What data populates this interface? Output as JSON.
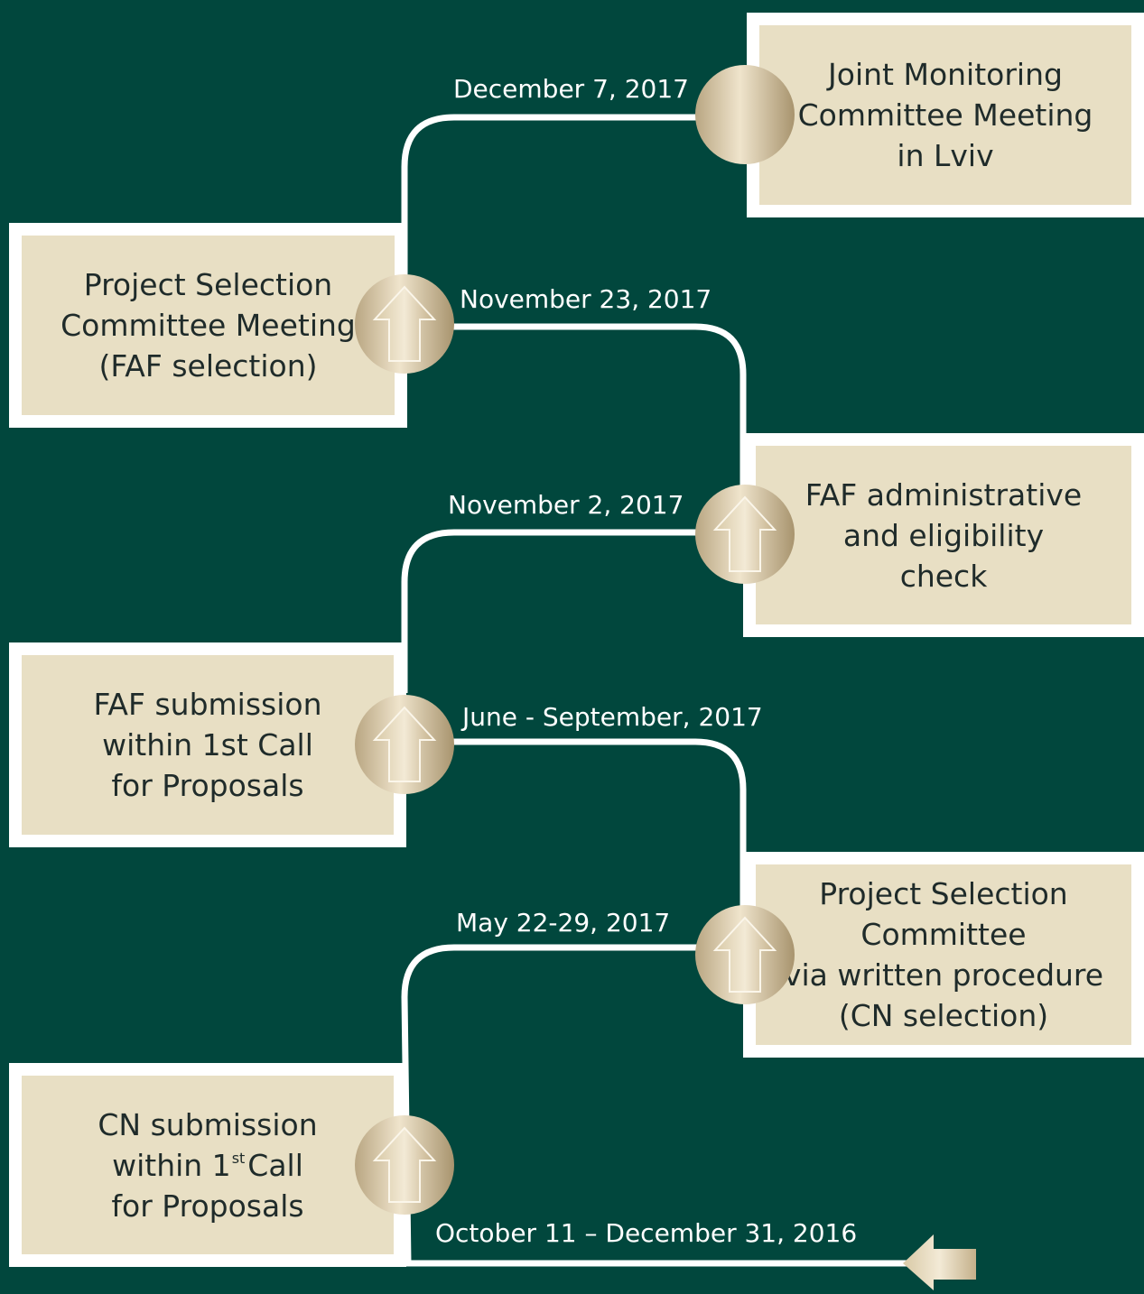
{
  "colors": {
    "background": "#01473d",
    "card_fill": "#e8dfc4",
    "card_border": "#ffffff",
    "connector": "#ffffff",
    "node_gold": "#c9b48e"
  },
  "milestones": [
    {
      "id": "cn-submission",
      "lines": [
        "CN submission",
        "within 1",
        "for Proposals"
      ],
      "superscript": "st",
      "superscript_suffix": "Call",
      "date": "October 11 – December 31, 2016",
      "node_icon": "up-arrow-icon"
    },
    {
      "id": "psc-written",
      "lines": [
        "Project Selection",
        "Committee",
        "via written procedure",
        "(CN selection)"
      ],
      "date": "May 22-29, 2017",
      "node_icon": "up-arrow-icon"
    },
    {
      "id": "faf-submission",
      "lines": [
        "FAF submission",
        "within 1st Call",
        "for Proposals"
      ],
      "date": "June - September, 2017",
      "node_icon": "up-arrow-icon"
    },
    {
      "id": "faf-check",
      "lines": [
        "FAF administrative",
        "and eligibility",
        "check"
      ],
      "date": "November 2, 2017",
      "node_icon": "up-arrow-icon"
    },
    {
      "id": "psc-meeting",
      "lines": [
        "Project Selection",
        "Committee Meeting",
        "(FAF selection)"
      ],
      "date": "November 23, 2017",
      "node_icon": "up-arrow-icon"
    },
    {
      "id": "jmc-meeting",
      "lines": [
        "Joint Monitoring",
        "Committee Meeting",
        "in Lviv"
      ],
      "date": "December 7, 2017",
      "node_icon": "circle-icon"
    }
  ],
  "start_marker_icon": "left-arrow-icon"
}
